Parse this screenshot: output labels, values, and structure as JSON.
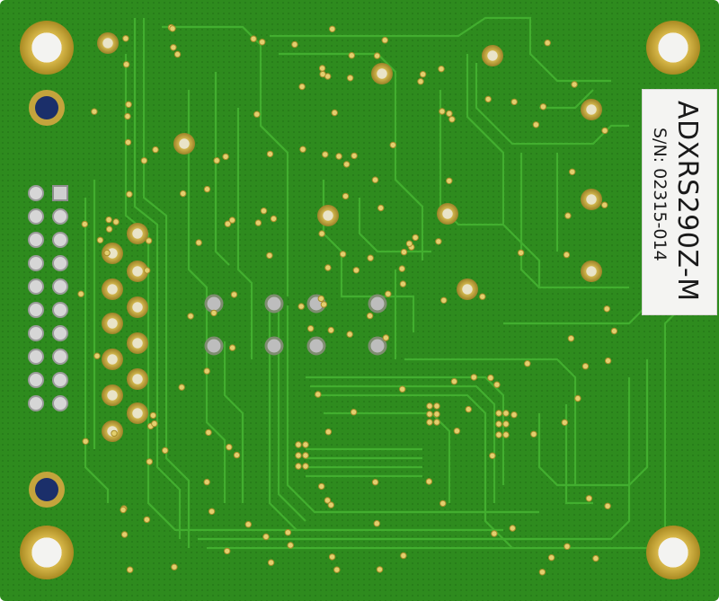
{
  "board": {
    "colors": {
      "pcb": "#2e8b1e",
      "pcb_dark": "#1f6e12",
      "trace": "#3aa52a",
      "pad_gold": "#c7a63a",
      "via": "#d9c46a",
      "hole": "#f3f3f1",
      "dark_pad": "#1b2f6a"
    },
    "label": {
      "part_number": "ADXRS290Z-M",
      "serial_line": "S/N: 02315-014"
    },
    "icons": {
      "mounting_holes": "gold-ring-mount-hole",
      "header": "pin-header-2x10",
      "vias": "plated-via"
    }
  }
}
